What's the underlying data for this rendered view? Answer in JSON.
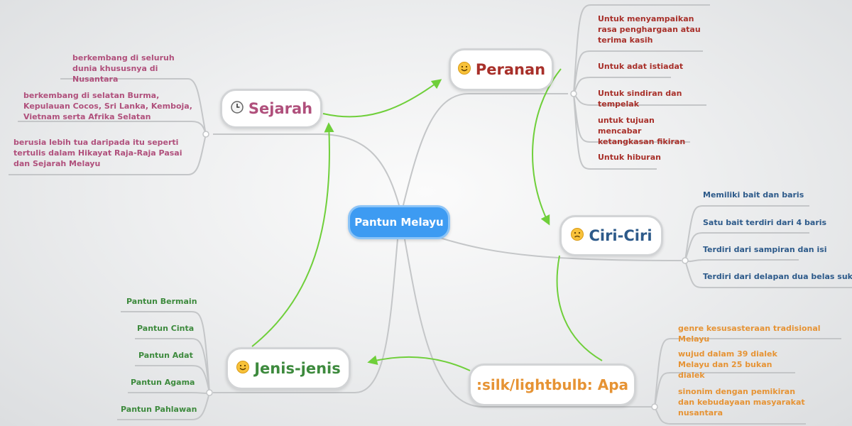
{
  "center": {
    "label": "Pantun Melayu"
  },
  "branches": {
    "sejarah": {
      "label": "Sejarah",
      "icon": "clock-icon",
      "color": "#b0507c",
      "items": [
        "berkembang di seluruh dunia khususnya di Nusantara",
        "berkembang di selatan Burma, Kepulauan Cocos, Sri Lanka, Kemboja, Vietnam serta Afrika Selatan",
        "berusia lebih tua daripada itu seperti tertulis dalam Hikayat Raja-Raja Pasai dan Sejarah Melayu"
      ]
    },
    "peranan": {
      "label": "Peranan",
      "icon": "smile-icon",
      "color": "#a8302a",
      "items": [
        "Untuk menyampaikan rasa penghargaan atau terima kasih",
        "Untuk adat istiadat",
        "Untuk sindiran dan tempelak",
        "untuk tujuan mencabar ketangkasan fikiran",
        "Untuk hiburan"
      ]
    },
    "ciri": {
      "label": "Ciri-Ciri",
      "icon": "frown-icon",
      "color": "#2d5a8a",
      "items": [
        "Memiliki bait dan baris",
        "Satu bait terdiri dari 4 baris",
        "Terdiri dari sampiran dan isi",
        "Terdiri dari delapan dua belas suku kata"
      ]
    },
    "jenis": {
      "label": "Jenis-jenis",
      "icon": "smile-icon",
      "color": "#3d8a3d",
      "items": [
        "Pantun Bermain",
        "Pantun Cinta",
        "Pantun Adat",
        "Pantun Agama",
        "Pantun Pahlawan"
      ]
    },
    "apa": {
      "label": ":silk/lightbulb: Apa",
      "color": "#e69334",
      "items": [
        "genre kesusasteraan tradisional Melayu",
        "wujud dalam 39 dialek Melayu dan 25 bukan dialek",
        "sinonim dengan pemikiran dan kebudayaan masyarakat nusantara"
      ]
    }
  },
  "colors": {
    "link_gray": "#c4c6c8",
    "arrow_green": "#6fcf3a",
    "center_blue": "#3d9bf2"
  }
}
